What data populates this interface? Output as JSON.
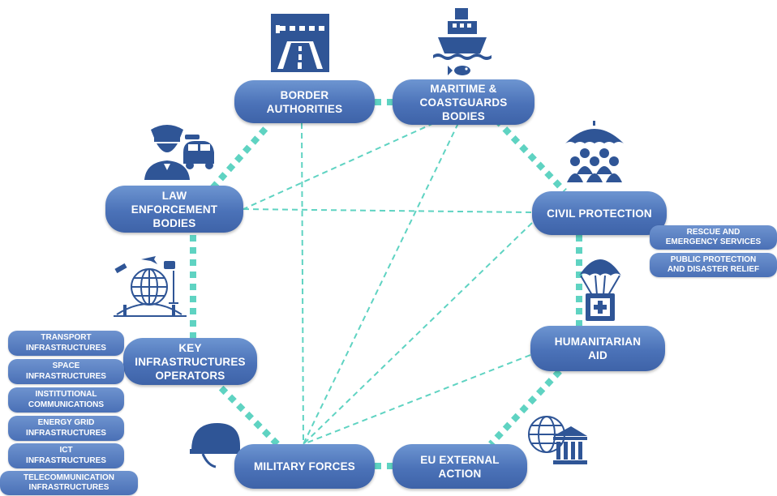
{
  "nodes": {
    "border": "BORDER\nAUTHORITIES",
    "maritime": "MARITIME &\nCOASTGUARDS\nBODIES",
    "law": "LAW\nENFORCEMENT\nBODIES",
    "civil": "CIVIL PROTECTION",
    "key": "KEY\nINFRASTRUCTURES\nOPERATORS",
    "humanitarian": "HUMANITARIAN\nAID",
    "military": "MILITARY FORCES",
    "eu": "EU EXTERNAL\nACTION"
  },
  "civil_sub": [
    "RESCUE  AND\nEMERGENCY SERVICES",
    "PUBLIC PROTECTION\nAND DISASTER RELIEF"
  ],
  "key_sub": [
    "TRANSPORT\nINFRASTRUCTURES",
    "SPACE\nINFRASTRUCTURES",
    "INSTITUTIONAL\nCOMMUNICATIONS",
    "ENERGY GRID\nINFRASTRUCTURES",
    "ICT\nINFRASTRUCTURES",
    "TELECOMMUNICATION\nINFRASTRUCTURES"
  ],
  "colors": {
    "node": "#4b72b8",
    "icon": "#2f5596",
    "link": "#5fd3c2",
    "background": "#ffffff"
  },
  "icons": [
    "border-gate-icon",
    "ship-icon",
    "police-officer-icon",
    "umbrella-people-icon",
    "infrastructure-globe-icon",
    "parachute-aid-icon",
    "helmet-icon",
    "globe-building-icon"
  ]
}
